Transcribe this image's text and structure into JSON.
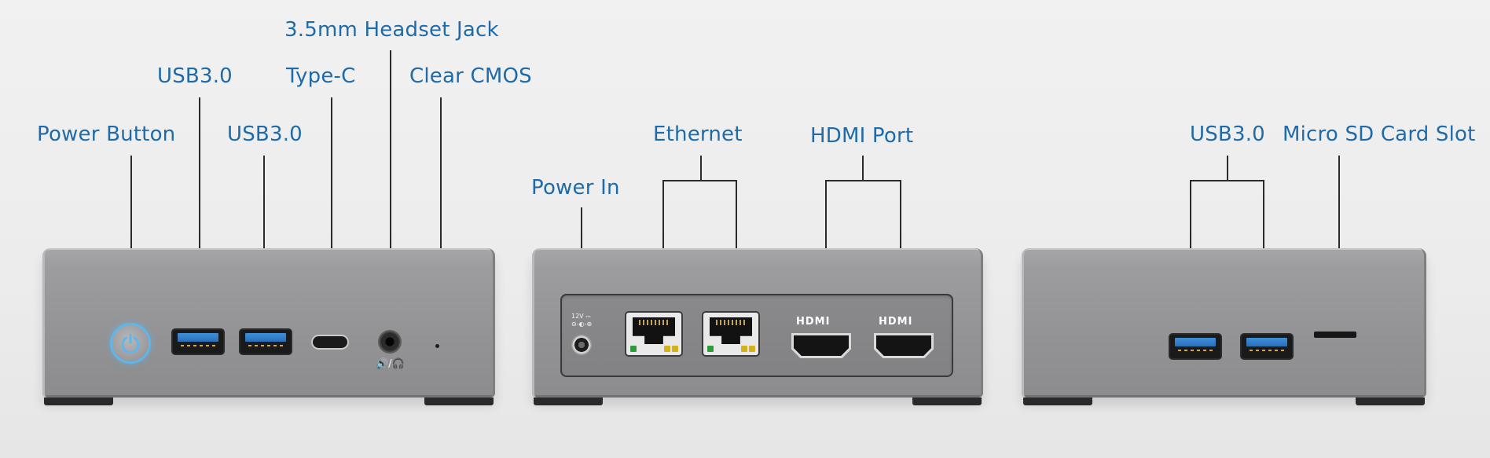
{
  "labels": {
    "power_button": "Power Button",
    "usb30_front_1": "USB3.0",
    "usb30_front_2": "USB3.0",
    "type_c": "Type-C",
    "headset_jack": "3.5mm Headset Jack",
    "clear_cmos": "Clear CMOS",
    "power_in": "Power In",
    "ethernet": "Ethernet",
    "hdmi_port": "HDMI Port",
    "usb30_side": "USB3.0",
    "micro_sd": "Micro SD Card Slot"
  },
  "port_markings": {
    "hdmi_logo_1": "HDMI",
    "hdmi_logo_2": "HDMI",
    "dc_rating": "12V ⎓",
    "dc_polarity": "⊖-◐-⊕",
    "audio_icon": "🔊/🎧"
  },
  "colors": {
    "label": "#1f6aa8",
    "lead_line": "#2b2b2b",
    "device_body": "#969698",
    "power_ring": "#5fb6ea",
    "usb_tongue": "#3f8fd8"
  },
  "icons": [
    "power-icon",
    "speaker-headphone-icon"
  ]
}
